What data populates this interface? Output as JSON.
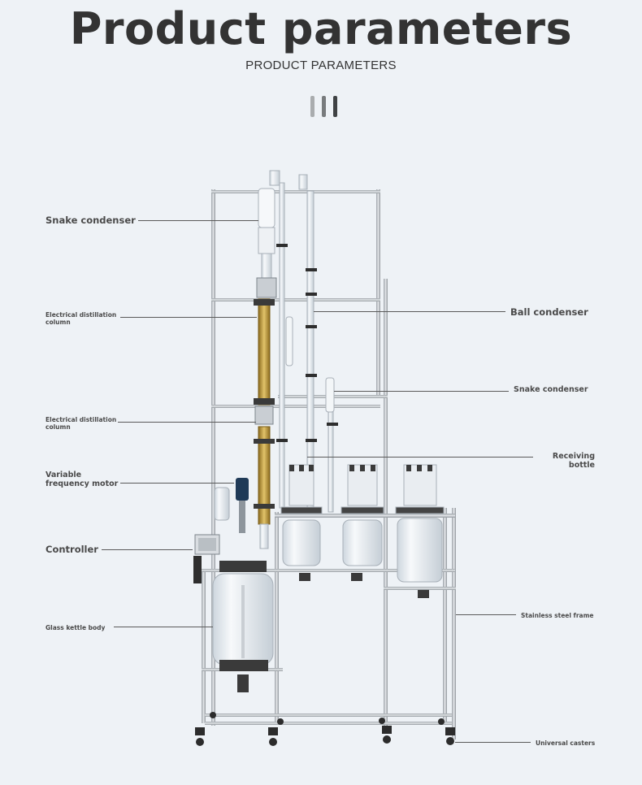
{
  "header": {
    "title": "Product parameters",
    "subtitle": "PRODUCT PARAMETERS"
  },
  "labels": {
    "snake_condenser_left": "Snake condenser",
    "electrical_distillation_column_top": "Electrical distillation column",
    "electrical_distillation_column_mid": "Electrical distillation column",
    "variable_frequency_motor": "Variable frequency motor",
    "controller": "Controller",
    "glass_kettle_body": "Glass kettle body",
    "ball_condenser": "Ball condenser",
    "snake_condenser_right": "Snake condenser",
    "receiving_bottle": "Receiving bottle",
    "stainless_steel_frame": "Stainless steel frame",
    "universal_casters": "Universal casters"
  },
  "colors": {
    "background": "#eef2f6",
    "frame": "#b9bec3",
    "glass": "#dfe6ec",
    "column_fill": "#c9a64a",
    "text": "#4a4a4a"
  }
}
